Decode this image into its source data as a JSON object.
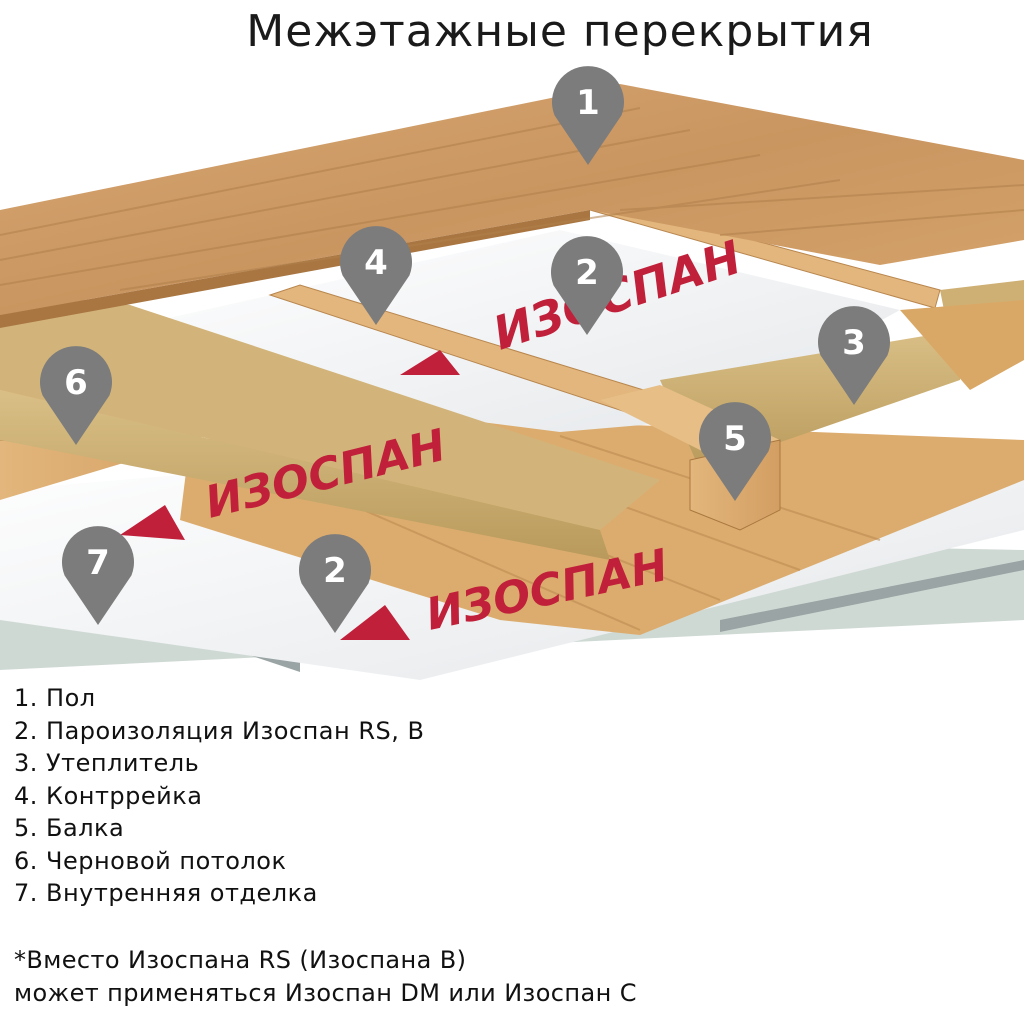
{
  "title": "Межэтажные перекрытия",
  "brand_text": "ИЗОСПАН",
  "pins": [
    {
      "label": "1"
    },
    {
      "label": "2"
    },
    {
      "label": "3"
    },
    {
      "label": "4"
    },
    {
      "label": "5"
    },
    {
      "label": "6"
    },
    {
      "label": "7"
    },
    {
      "label": "2"
    }
  ],
  "legend": [
    "1. Пол",
    "2. Пароизоляция Изоспан RS, B",
    "3. Утеплитель",
    "4. Контррейка",
    "5. Балка",
    "6. Черновой потолок",
    "7. Внутренняя отделка"
  ],
  "note": {
    "line1": "*Вместо Изоспана RS (Изоспана B)",
    "line2": "может применяться Изоспан DM или Изоспан С"
  },
  "colors": {
    "pin": "#7c7c7c",
    "floor_wood": "#d2a06a",
    "insulation": "#cdb078",
    "membrane": "#f2f3f5",
    "brand_red": "#c0203a",
    "beam_wood": "#dcac6e",
    "drywall": "#cfd9d4"
  }
}
